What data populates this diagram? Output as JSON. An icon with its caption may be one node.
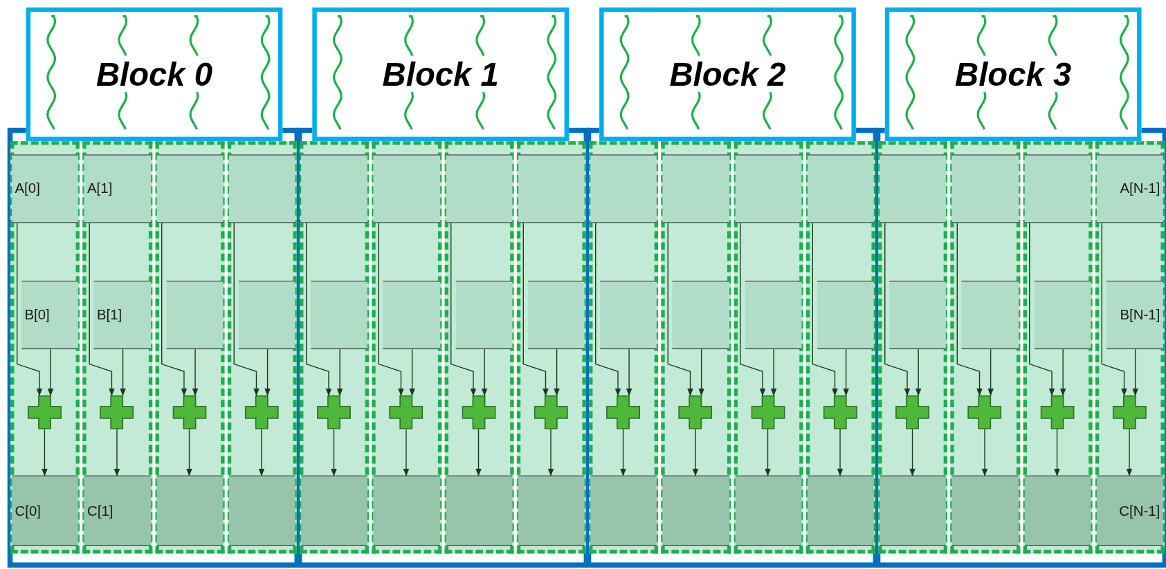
{
  "diagram": {
    "nodes": [
      {
        "text": [
          "Block 0"
        ]
      },
      {
        "text": [
          "Block 1"
        ]
      },
      {
        "text": [
          "Block 2"
        ]
      },
      {
        "text": [
          "Block 3"
        ]
      },
      {
        "text": [
          "A[0]"
        ]
      },
      {
        "text": [
          "A[1]"
        ]
      },
      {
        "text": [],
        "shape": "box"
      },
      {
        "text": [],
        "shape": "box"
      },
      {
        "text": [],
        "shape": "box"
      },
      {
        "text": [],
        "shape": "box"
      },
      {
        "text": [],
        "shape": "box"
      },
      {
        "text": [],
        "shape": "box"
      },
      {
        "text": [],
        "shape": "box"
      },
      {
        "text": [],
        "shape": "box"
      },
      {
        "text": [],
        "shape": "box"
      },
      {
        "text": [],
        "shape": "box"
      },
      {
        "text": [],
        "shape": "box"
      },
      {
        "text": [],
        "shape": "box"
      },
      {
        "text": [],
        "shape": "box"
      },
      {
        "text": [
          "A[N-1]"
        ]
      },
      {
        "text": [
          "B[0]"
        ]
      },
      {
        "text": [
          "B[1]"
        ]
      },
      {
        "text": [],
        "shape": "box"
      },
      {
        "text": [],
        "shape": "box"
      },
      {
        "text": [],
        "shape": "box"
      },
      {
        "text": [],
        "shape": "box"
      },
      {
        "text": [],
        "shape": "box"
      },
      {
        "text": [],
        "shape": "box"
      },
      {
        "text": [],
        "shape": "box"
      },
      {
        "text": [],
        "shape": "box"
      },
      {
        "text": [],
        "shape": "box"
      },
      {
        "text": [],
        "shape": "box"
      },
      {
        "text": [],
        "shape": "box"
      },
      {
        "text": [],
        "shape": "box"
      },
      {
        "text": [],
        "shape": "box"
      },
      {
        "text": [
          "B[N-1]"
        ]
      },
      {
        "text": [],
        "shape": "cross"
      },
      {
        "text": [],
        "shape": "cross"
      },
      {
        "text": [],
        "shape": "cross"
      },
      {
        "text": [],
        "shape": "cross"
      },
      {
        "text": [],
        "shape": "cross"
      },
      {
        "text": [],
        "shape": "cross"
      },
      {
        "text": [],
        "shape": "cross"
      },
      {
        "text": [],
        "shape": "cross"
      },
      {
        "text": [],
        "shape": "cross"
      },
      {
        "text": [],
        "shape": "cross"
      },
      {
        "text": [],
        "shape": "cross"
      },
      {
        "text": [],
        "shape": "cross"
      },
      {
        "text": [],
        "shape": "cross"
      },
      {
        "text": [],
        "shape": "cross"
      },
      {
        "text": [],
        "shape": "cross"
      },
      {
        "text": [],
        "shape": "cross"
      },
      {
        "text": [
          "C[0]"
        ]
      },
      {
        "text": [
          "C[1]"
        ]
      },
      {
        "text": [],
        "shape": "box"
      },
      {
        "text": [],
        "shape": "box"
      },
      {
        "text": [],
        "shape": "box"
      },
      {
        "text": [],
        "shape": "box"
      },
      {
        "text": [],
        "shape": "box"
      },
      {
        "text": [],
        "shape": "box"
      },
      {
        "text": [],
        "shape": "box"
      },
      {
        "text": [],
        "shape": "box"
      },
      {
        "text": [],
        "shape": "box"
      },
      {
        "text": [],
        "shape": "box"
      },
      {
        "text": [],
        "shape": "box"
      },
      {
        "text": [],
        "shape": "box"
      },
      {
        "text": [],
        "shape": "box"
      },
      {
        "text": [
          "C[N-1]"
        ]
      }
    ],
    "edges": [
      {
        "from": 4,
        "to": 36,
        "arrow": "to"
      },
      {
        "from": 20,
        "to": 36,
        "arrow": "to"
      },
      {
        "from": 36,
        "to": 52,
        "arrow": "to"
      },
      {
        "from": 5,
        "to": 37,
        "arrow": "to"
      },
      {
        "from": 21,
        "to": 37,
        "arrow": "to"
      },
      {
        "from": 37,
        "to": 53,
        "arrow": "to"
      },
      {
        "from": 6,
        "to": 38,
        "arrow": "to"
      },
      {
        "from": 22,
        "to": 38,
        "arrow": "to"
      },
      {
        "from": 38,
        "to": 54,
        "arrow": "to"
      },
      {
        "from": 7,
        "to": 39,
        "arrow": "to"
      },
      {
        "from": 23,
        "to": 39,
        "arrow": "to"
      },
      {
        "from": 39,
        "to": 55,
        "arrow": "to"
      },
      {
        "from": 8,
        "to": 40,
        "arrow": "to"
      },
      {
        "from": 24,
        "to": 40,
        "arrow": "to"
      },
      {
        "from": 40,
        "to": 56,
        "arrow": "to"
      },
      {
        "from": 9,
        "to": 41,
        "arrow": "to"
      },
      {
        "from": 25,
        "to": 41,
        "arrow": "to"
      },
      {
        "from": 41,
        "to": 57,
        "arrow": "to"
      },
      {
        "from": 10,
        "to": 42,
        "arrow": "to"
      },
      {
        "from": 26,
        "to": 42,
        "arrow": "to"
      },
      {
        "from": 42,
        "to": 58,
        "arrow": "to"
      },
      {
        "from": 11,
        "to": 43,
        "arrow": "to"
      },
      {
        "from": 27,
        "to": 43,
        "arrow": "to"
      },
      {
        "from": 43,
        "to": 59,
        "arrow": "to"
      },
      {
        "from": 12,
        "to": 44,
        "arrow": "to"
      },
      {
        "from": 28,
        "to": 44,
        "arrow": "to"
      },
      {
        "from": 44,
        "to": 60,
        "arrow": "to"
      },
      {
        "from": 13,
        "to": 45,
        "arrow": "to"
      },
      {
        "from": 29,
        "to": 45,
        "arrow": "to"
      },
      {
        "from": 45,
        "to": 61,
        "arrow": "to"
      },
      {
        "from": 14,
        "to": 46,
        "arrow": "to"
      },
      {
        "from": 30,
        "to": 46,
        "arrow": "to"
      },
      {
        "from": 46,
        "to": 62,
        "arrow": "to"
      },
      {
        "from": 15,
        "to": 47,
        "arrow": "to"
      },
      {
        "from": 31,
        "to": 47,
        "arrow": "to"
      },
      {
        "from": 47,
        "to": 63,
        "arrow": "to"
      },
      {
        "from": 16,
        "to": 48,
        "arrow": "to"
      },
      {
        "from": 32,
        "to": 48,
        "arrow": "to"
      },
      {
        "from": 48,
        "to": 64,
        "arrow": "to"
      },
      {
        "from": 17,
        "to": 49,
        "arrow": "to"
      },
      {
        "from": 33,
        "to": 49,
        "arrow": "to"
      },
      {
        "from": 49,
        "to": 65,
        "arrow": "to"
      },
      {
        "from": 18,
        "to": 50,
        "arrow": "to"
      },
      {
        "from": 34,
        "to": 50,
        "arrow": "to"
      },
      {
        "from": 50,
        "to": 66,
        "arrow": "to"
      },
      {
        "from": 19,
        "to": 51,
        "arrow": "to"
      },
      {
        "from": 35,
        "to": 51,
        "arrow": "to"
      },
      {
        "from": 51,
        "to": 67,
        "arrow": "to"
      }
    ]
  }
}
